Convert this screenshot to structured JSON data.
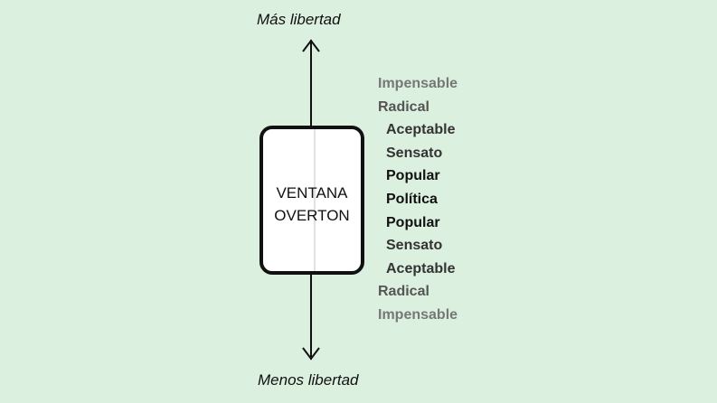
{
  "axis": {
    "top": "Más libertad",
    "bottom": "Menos libertad"
  },
  "window": {
    "line1": "VENTANA",
    "line2": "OVERTON"
  },
  "levels": [
    {
      "label": "Impensable",
      "color": "#777777",
      "indent": false
    },
    {
      "label": "Radical",
      "color": "#555555",
      "indent": false
    },
    {
      "label": "Aceptable",
      "color": "#333333",
      "indent": true
    },
    {
      "label": "Sensato",
      "color": "#333333",
      "indent": true
    },
    {
      "label": "Popular",
      "color": "#111111",
      "indent": true
    },
    {
      "label": "Política",
      "color": "#111111",
      "indent": true
    },
    {
      "label": "Popular",
      "color": "#111111",
      "indent": true
    },
    {
      "label": "Sensato",
      "color": "#333333",
      "indent": true
    },
    {
      "label": "Aceptable",
      "color": "#333333",
      "indent": true
    },
    {
      "label": "Radical",
      "color": "#555555",
      "indent": false
    },
    {
      "label": "Impensable",
      "color": "#777777",
      "indent": false
    }
  ]
}
